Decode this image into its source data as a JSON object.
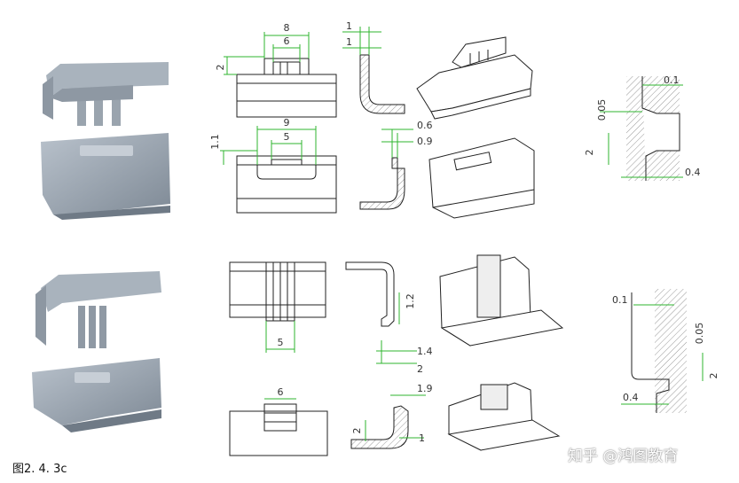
{
  "caption": "图2. 4. 3c",
  "watermark": "知乎 @鸿图教育",
  "dims": {
    "top_front_w_outer": "8",
    "top_front_w_inner": "6",
    "top_front_h": "2",
    "top_side_1a": "1",
    "top_side_1b": "1",
    "mid_front_w_outer": "9",
    "mid_front_w_inner": "5",
    "mid_front_h": "1.1",
    "mid_side_a": "0.6",
    "mid_side_b": "0.9",
    "det1_top": "0.1",
    "det1_v": "0.05",
    "det1_h": "2",
    "det1_bot": "0.4",
    "low_front_w": "5",
    "low_side_a": "1.2",
    "low_side_b": "1.4",
    "low_side_c": "2",
    "bot_front_w": "6",
    "bot_side_a": "1.9",
    "bot_side_b": "2",
    "bot_side_c": "1",
    "det2_top": "0.1",
    "det2_v": "0.05",
    "det2_h": "2",
    "det2_bot": "0.4"
  }
}
